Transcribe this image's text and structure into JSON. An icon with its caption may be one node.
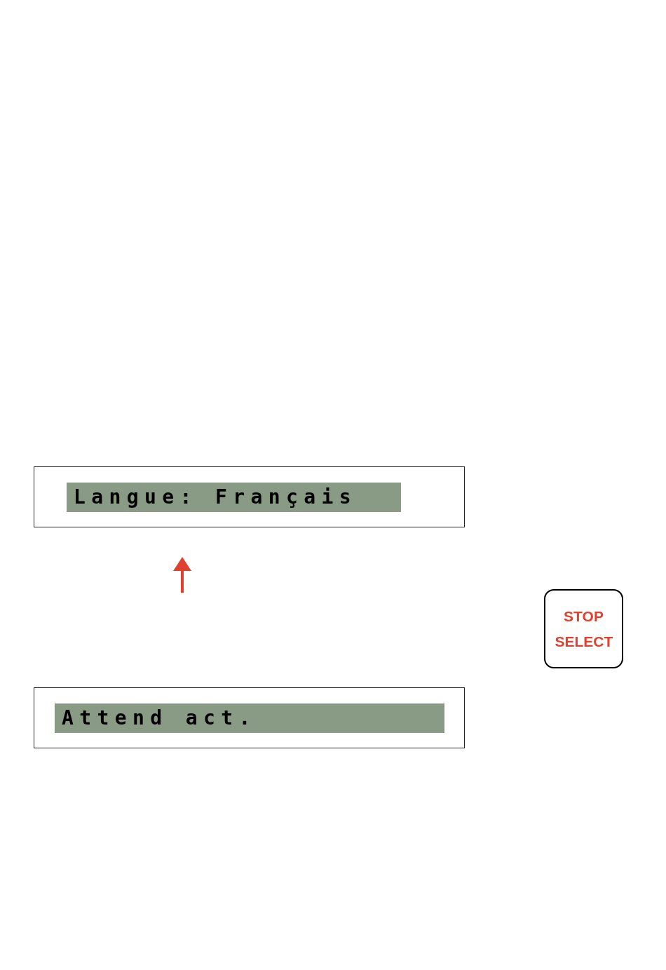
{
  "diagram": {
    "nodes": [
      {
        "text": [
          "Langue: Français"
        ]
      },
      {
        "text": [
          "Attend act."
        ]
      },
      {
        "text": [
          "STOP SELECT"
        ]
      }
    ]
  }
}
